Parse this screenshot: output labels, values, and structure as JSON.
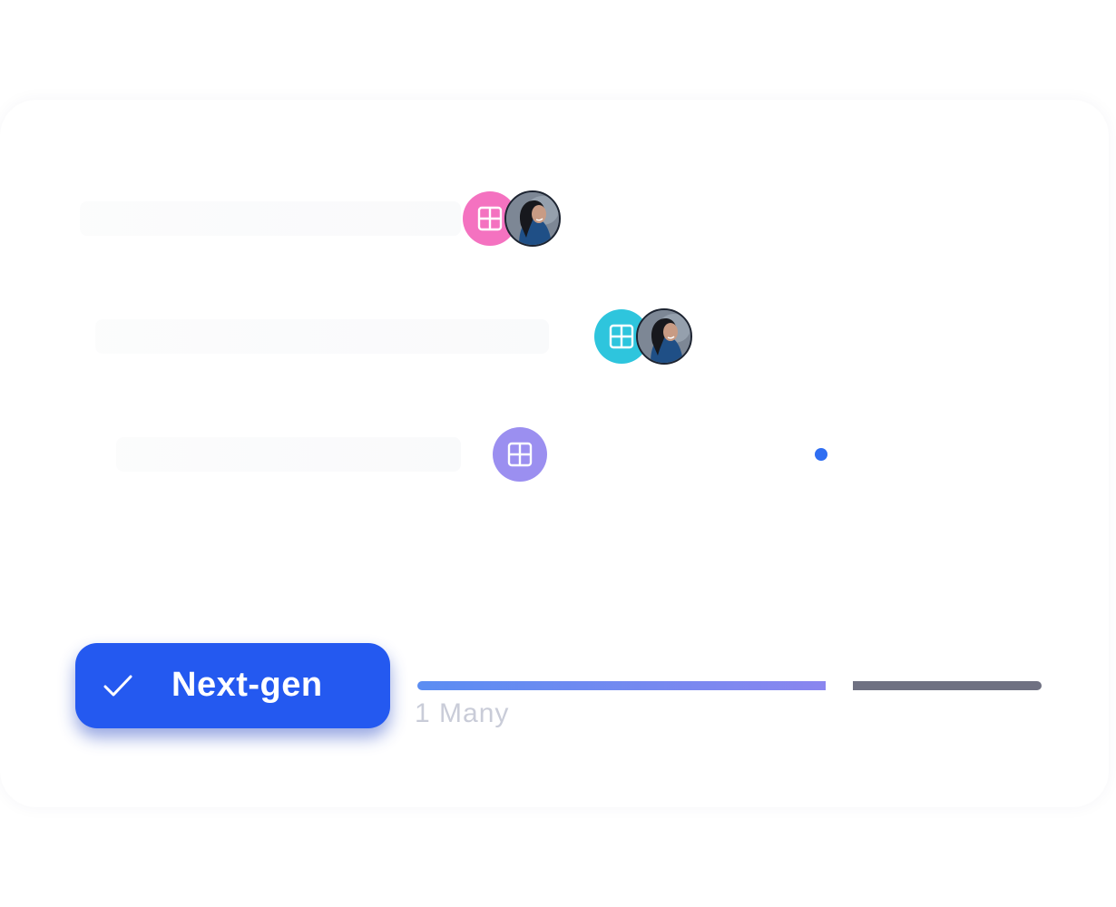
{
  "rows": [
    {
      "icon": "grid-icon",
      "color": "#f472c0",
      "has_avatar": true
    },
    {
      "icon": "grid-icon",
      "color": "#2ec5dd",
      "has_avatar": true
    },
    {
      "icon": "grid-icon",
      "color": "#9b8ff0",
      "has_avatar": false
    }
  ],
  "indicator": {
    "color": "#2f6ef2"
  },
  "action_button": {
    "label": "Next-gen",
    "icon": "check-icon",
    "color": "#2459f0"
  },
  "progress": {
    "label": "1 Many",
    "value": 0.65,
    "fill_gradient": [
      "#5b8df2",
      "#8a86ef"
    ],
    "rest_color": "#6f7182"
  }
}
